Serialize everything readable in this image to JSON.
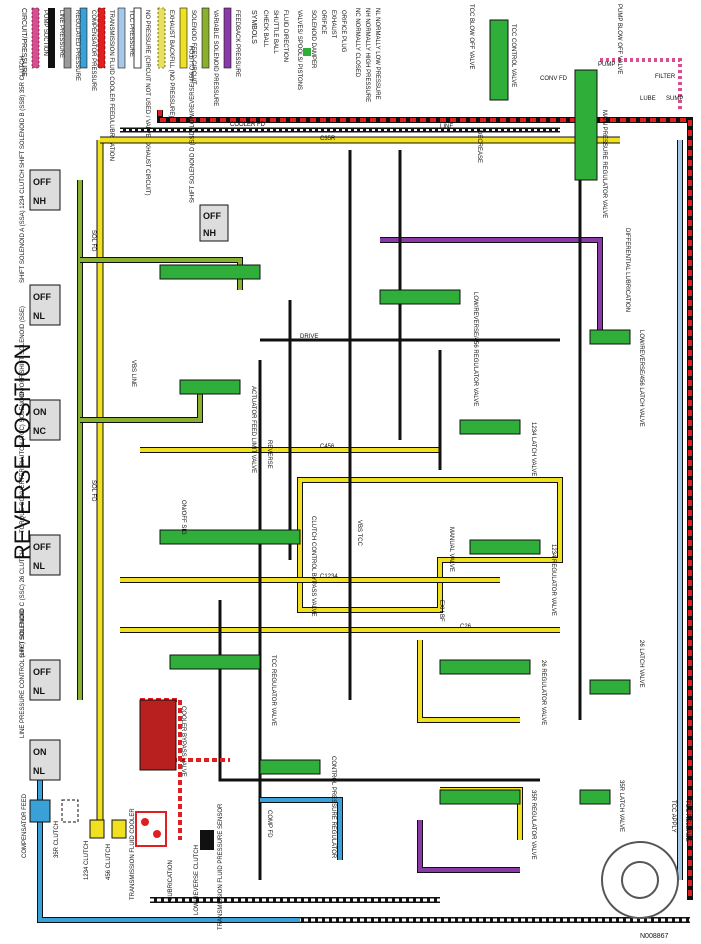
{
  "title": "REVERSE POSITION",
  "figure_id": "N008867",
  "legend": {
    "heading": "CIRCUIT/PRESSURE",
    "items": [
      {
        "label": "PUMP SUCTION",
        "color": "#d94e8f"
      },
      {
        "label": "LINE PRESSURE",
        "color": "#111111"
      },
      {
        "label": "REGULATED PRESSURE",
        "color": "#9a9a9a"
      },
      {
        "label": "COMPENSATOR PRESSURE",
        "color": "#3aa0d8"
      },
      {
        "label": "TRANSMISSION FLUID COOLER FEED/LUBRICATION",
        "color": "#e02020"
      },
      {
        "label": "TCC PRESSURE",
        "color": "#a8c8e8"
      },
      {
        "label": "NO PRESSURE (CIRCUIT NOT USED / VALVE EXHAUST CIRCUIT)",
        "color": "#ffffff"
      },
      {
        "label": "EXHAUST BACKFILL (NO PRESSURE)",
        "color": "#e8e060"
      },
      {
        "label": "SOLENOID FEED CIRCUIT",
        "color": "#f0e020"
      },
      {
        "label": "VARIABLE SOLENOID PRESSURE",
        "color": "#8ab030"
      },
      {
        "label": "FEEDBACK PRESSURE",
        "color": "#8a3aa8"
      }
    ],
    "symbols_heading": "SYMBOLS",
    "symbols": [
      "CHECK BALL",
      "SHUTTLE BALL",
      "FLUID DIRECTION",
      "VALVES/ SPOOLS/ PISTONS",
      "SOLENOID DAMPER",
      "ORIFICE",
      "EXHAUST",
      "ORIFICE PLUG"
    ],
    "codes": [
      "NC NORMALLY CLOSED",
      "NH NORMALLY HIGH PRESSURE",
      "NL NORMALLY LOW PRESSURE"
    ]
  },
  "solenoids": [
    {
      "name": "SHIFT SOLENOID B (SSB) 35R CLUTCH",
      "state_a": "OFF",
      "state_b": "NH"
    },
    {
      "name": "SHIFT SOLENOID D (SSD) LOW/REVERSE/456 CLUTCH",
      "state_a": "OFF",
      "state_b": "NH"
    },
    {
      "name": "SHIFT SOLENOID A (SSA) 1234 CLUTCH",
      "state_a": "OFF",
      "state_b": "NL"
    },
    {
      "name": "ON/OFF SHIFT SOLENOID (SSE)",
      "state_a": "ON",
      "state_b": "NC"
    },
    {
      "name": "TORQUE CONVERTER CLUTCH (TCC) SOLENOID",
      "state_a": "OFF",
      "state_b": "NL"
    },
    {
      "name": "SHIFT SOLENOID C (SSC) 26 CLUTCH",
      "state_a": "OFF",
      "state_b": "NL"
    },
    {
      "name": "LINE PRESSURE CONTROL (LPC) SOLENOID",
      "state_a": "ON",
      "state_b": "NL"
    }
  ],
  "clutches": [
    "COMPENSATOR FEED",
    "35R CLUTCH",
    "1234 CLUTCH",
    "456 CLUTCH",
    "TRANSMISSION FLUID COOLER",
    "LUBRICATION",
    "LOW/REVERSE CLUTCH",
    "TRANSMISSION FLUID PRESSURE SENSOR"
  ],
  "valves": [
    "TCC BLOW OFF VALVE",
    "TCC CONTROL VALVE",
    "PUMP BLOW OFF VALVE",
    "MAIN PRESSURE REGULATOR VALVE",
    "MANUAL VALVE",
    "ACTUATOR FEED LIMIT VALVE",
    "LOW/REVERSE/456 REGULATOR VALVE",
    "DIFFERENTIAL LUBRICATION",
    "LOW/REVERSE/456 LATCH VALVE",
    "1234 LATCH VALVE",
    "CLUTCH CONTROL BYPASS VALVE",
    "1234 REGULATOR VALVE",
    "TCC REGULATOR VALVE",
    "COOLER BYPASS VALVE",
    "26 REGULATOR VALVE",
    "26 LATCH VALVE",
    "CONTROL PRESSURE REGULATOR",
    "35R REGULATOR VALVE",
    "35R LATCH VALVE"
  ],
  "line_labels": [
    "LINE",
    "DRIVE",
    "REVERSE",
    "SOL FD",
    "VBS LINE",
    "COOLER FD",
    "C35R",
    "C1234",
    "C456",
    "C26",
    "EXH BF",
    "ON/OFF SIG",
    "VBS TCC",
    "TCC APPLY",
    "TCC RELEASE",
    "DECREASE",
    "CONV FD",
    "COMP FD",
    "LUBE",
    "FILTER",
    "SUMP",
    "PUMP"
  ],
  "colors": {
    "line": "#111111",
    "solenoid_feed": "#f0e020",
    "variable": "#8ab030",
    "feedback": "#8a3aa8",
    "cooler": "#e02020",
    "tcc": "#a8c8e8",
    "compensator": "#3aa0d8",
    "suction": "#d94e8f",
    "valve": "#2fae3a"
  }
}
